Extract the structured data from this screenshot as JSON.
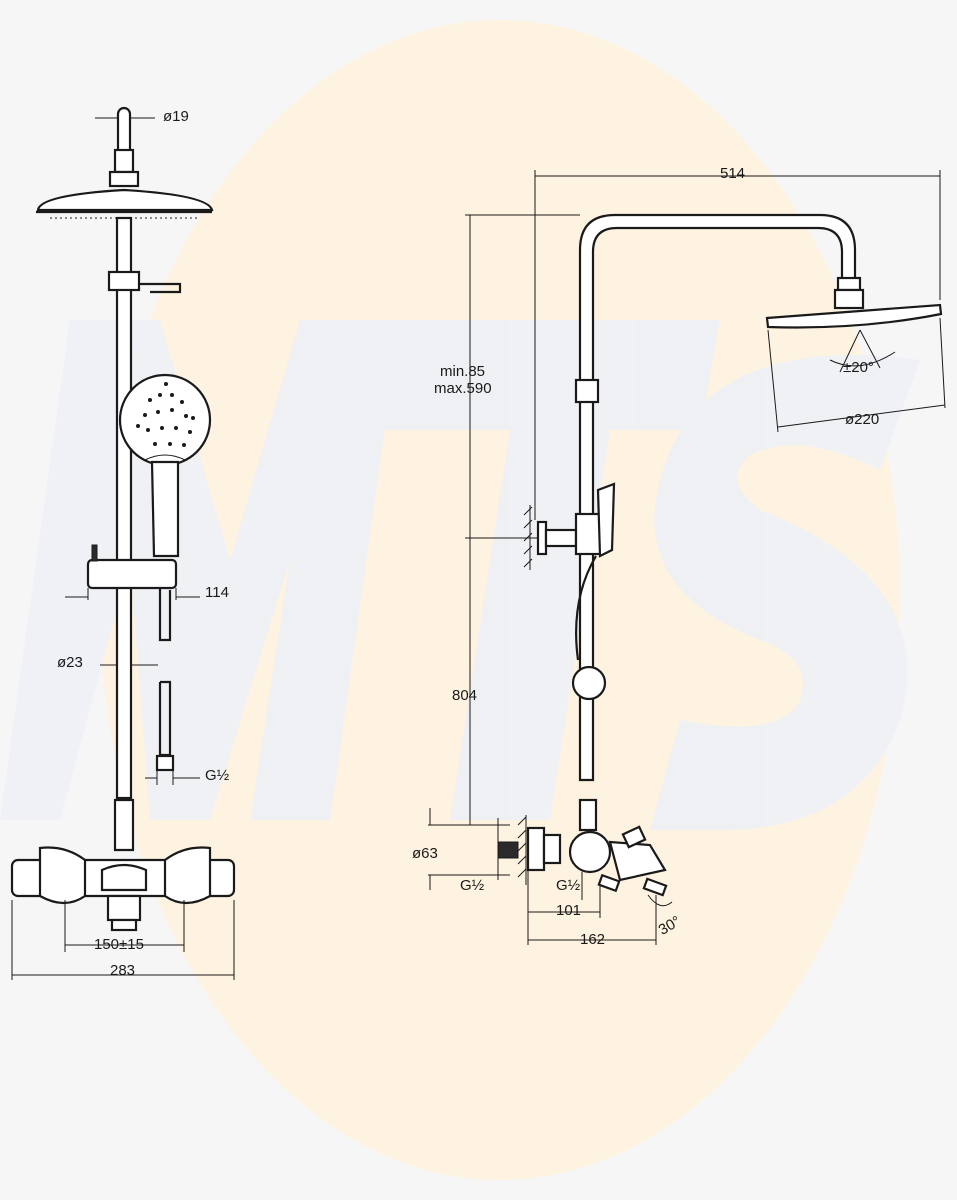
{
  "dimensions": {
    "d19": "ø19",
    "d114": "114",
    "d23": "ø23",
    "thread_front": "G½",
    "d150": "150±15",
    "d283": "283",
    "d514": "514",
    "range": "min.85\nmax.590",
    "range_min": "min.85",
    "range_max": "max.590",
    "angle20": "±20°",
    "d220": "ø220",
    "d804": "804",
    "d63": "ø63",
    "thread_side_left": "G½",
    "thread_side_mid": "G½",
    "d101": "101",
    "d162": "162",
    "angle30": "30°"
  },
  "watermark": {
    "text": "MTS",
    "colors": {
      "letters": "#eef0f6",
      "disc": "#fdf3e0"
    }
  },
  "colors": {
    "line": "#1a1a1a",
    "background": "#f6f6f7"
  }
}
